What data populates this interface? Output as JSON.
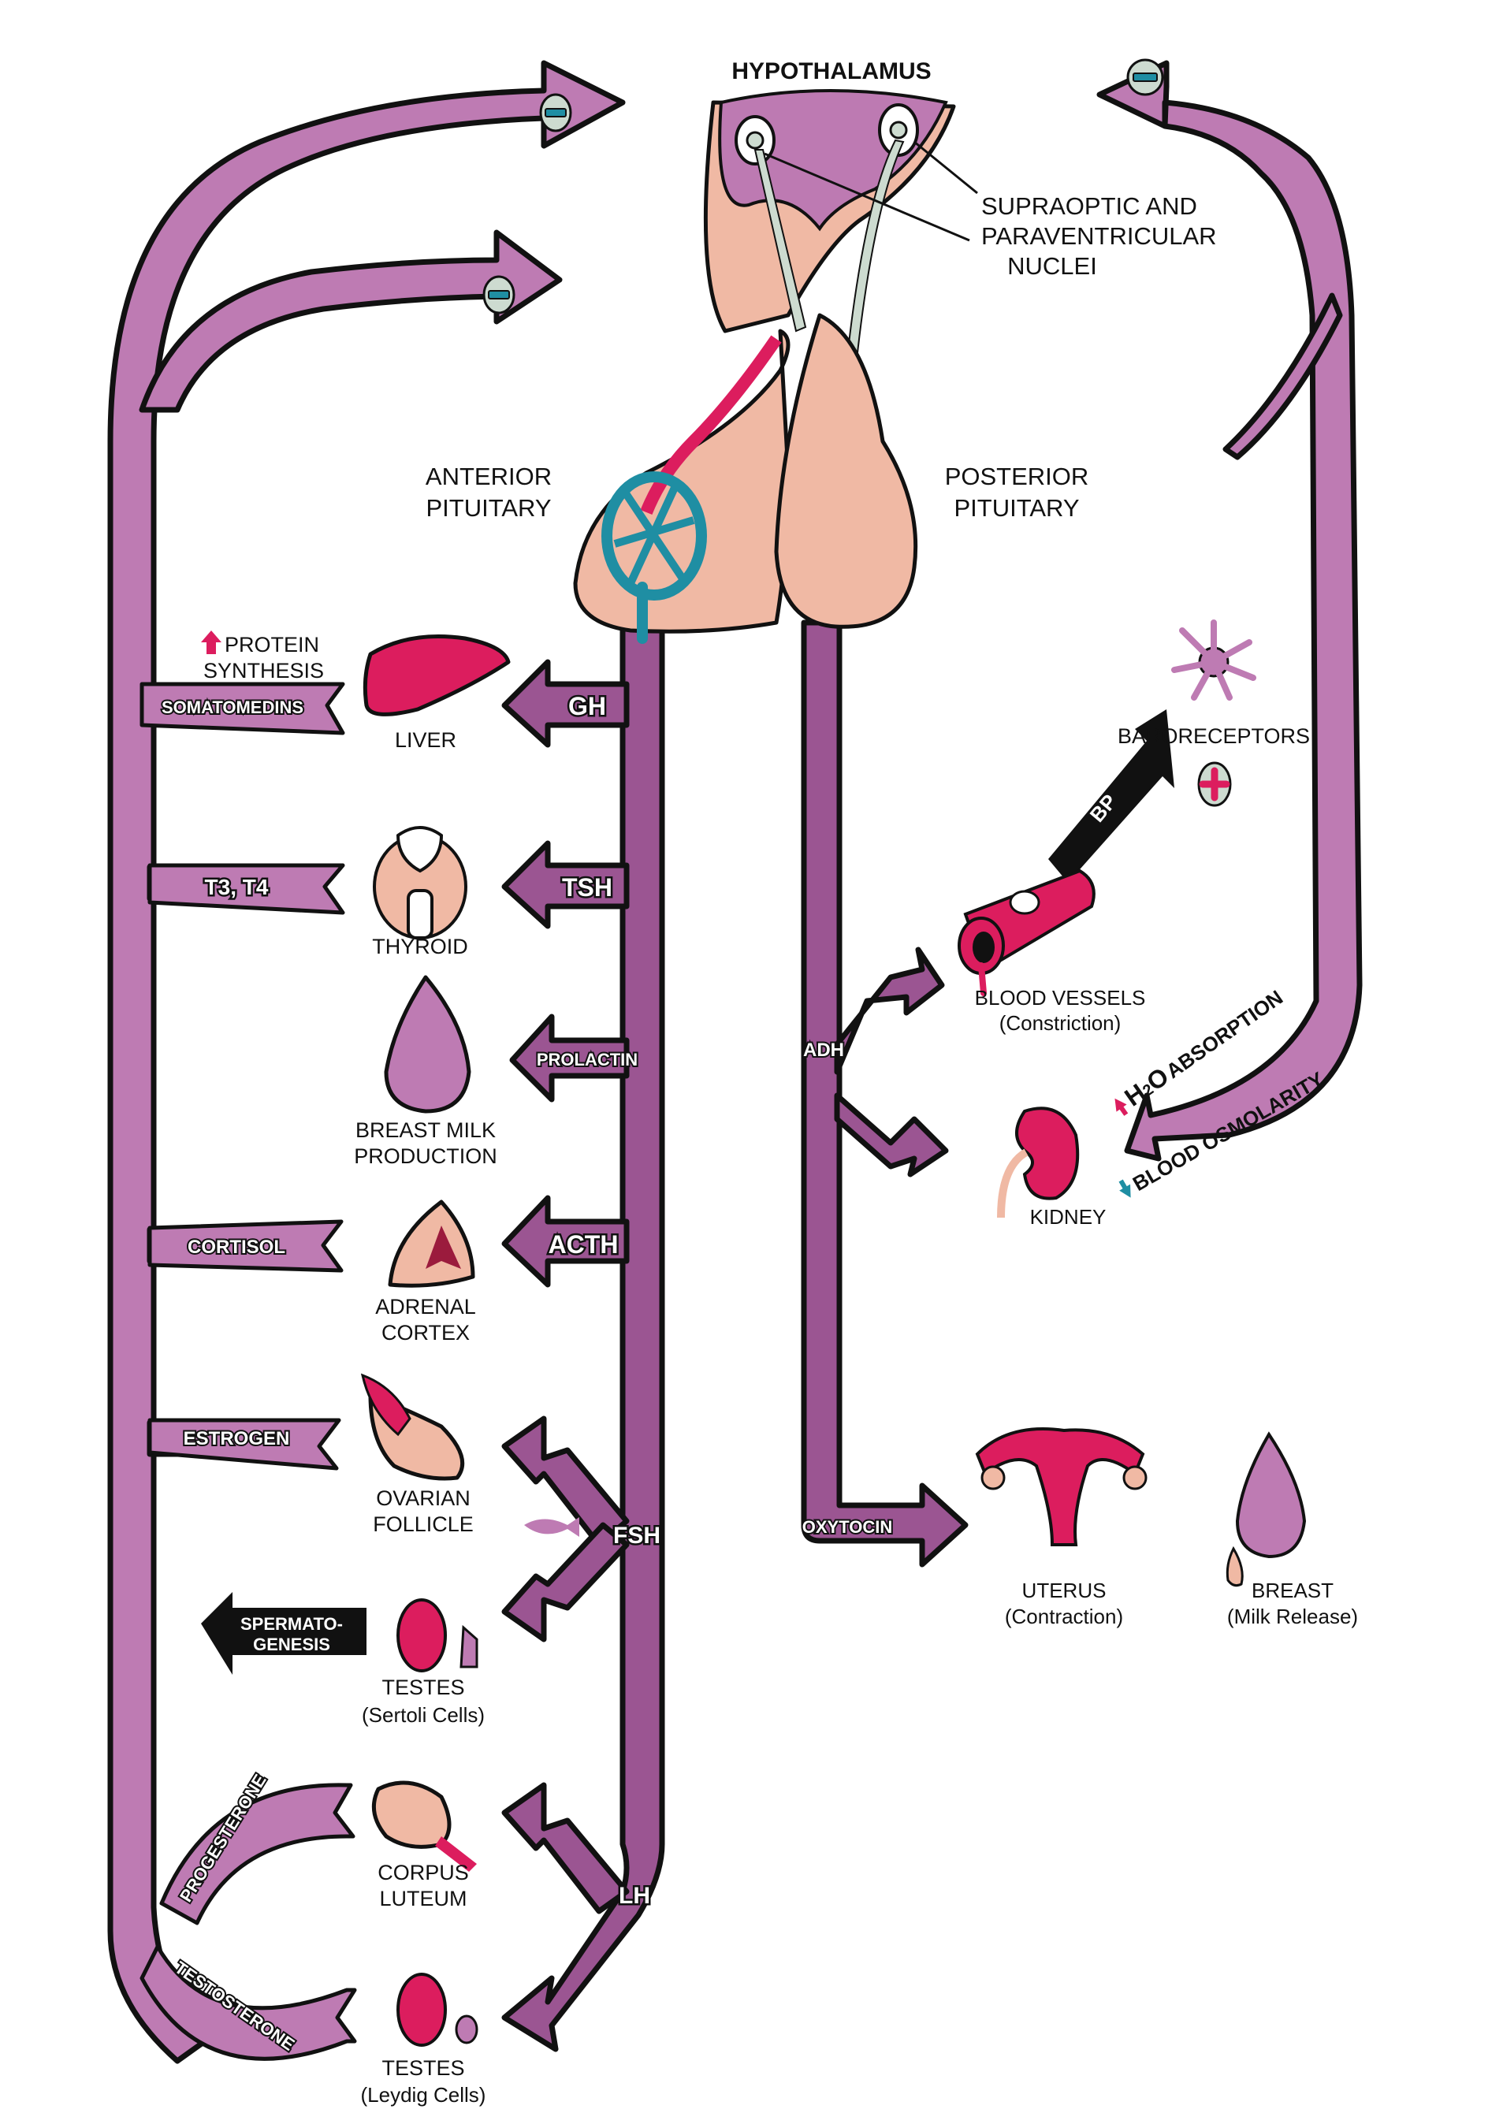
{
  "title": "Hypothalamic-Pituitary Hormone Axis",
  "colors": {
    "feedback_band": "#be7bb3",
    "hormone_band": "#9b5592",
    "tissue_peach": "#f0b9a4",
    "hypothalamus_purple": "#bd7ab2",
    "organ_red": "#dc1d5e",
    "portal_blue": "#1f8ea3",
    "neuron_green": "#cddbd0",
    "inhibit_sign_bar": "#1f8ea3",
    "stimulate_sign_cross": "#dc1d5e"
  },
  "brain": {
    "hypothalamus": "HYPOTHALAMUS",
    "nuclei_line1": "SUPRAOPTIC AND",
    "nuclei_line2": "PARAVENTRICULAR",
    "nuclei_line3": "NUCLEI",
    "anterior_line1": "ANTERIOR",
    "anterior_line2": "PITUITARY",
    "posterior_line1": "POSTERIOR",
    "posterior_line2": "PITUITARY"
  },
  "feedback": {
    "inhibit_symbol": "−",
    "stimulate_symbol": "+",
    "left_arrows": [
      "inhibit-to-hypothalamus",
      "inhibit-to-anterior-pituitary"
    ],
    "right_arrow": "inhibit-to-hypothalamus"
  },
  "anterior_hormones": [
    {
      "hormone": "GH",
      "target": "LIVER",
      "target_line2": "",
      "product": "SOMATOMEDINS"
    },
    {
      "hormone": "TSH",
      "target": "THYROID",
      "target_line2": "",
      "product": "T3, T4"
    },
    {
      "hormone": "PROLACTIN",
      "target": "BREAST MILK",
      "target_line2": "PRODUCTION",
      "product": ""
    },
    {
      "hormone": "ACTH",
      "target": "ADRENAL",
      "target_line2": "CORTEX",
      "product": "CORTISOL"
    },
    {
      "hormone": "FSH",
      "target": "OVARIAN",
      "target_line2": "FOLLICLE",
      "product": "ESTROGEN"
    },
    {
      "hormone": "FSH",
      "target": "TESTES",
      "target_line2": "(Sertoli Cells)",
      "product": "SPERMATO-GENESIS"
    },
    {
      "hormone": "LH",
      "target": "CORPUS",
      "target_line2": "LUTEUM",
      "product": "PROGESTERONE"
    },
    {
      "hormone": "LH",
      "target": "TESTES",
      "target_line2": "(Leydig Cells)",
      "product": "TESTOSTERONE"
    }
  ],
  "effects": {
    "protein_line1": "PROTEIN",
    "protein_line2": "SYNTHESIS",
    "spermato_line1": "SPERMATO-",
    "spermato_line2": "GENESIS"
  },
  "posterior": {
    "adh": "ADH",
    "oxytocin": "OXYTOCIN",
    "bp": "BP",
    "baroreceptors": "BARORECEPTORS",
    "blood_vessels": "BLOOD VESSELS",
    "blood_vessels_note": "(Constriction)",
    "kidney": "KIDNEY",
    "h2o_absorption": "ABSORPTION",
    "h2o_prefix": "H",
    "h2o_sub": "2",
    "h2o_suffix": "O",
    "blood_osmolarity": "BLOOD OSMOLARITY",
    "uterus": "UTERUS",
    "uterus_note": "(Contraction)",
    "breast": "BREAST",
    "breast_note": "(Milk Release)"
  }
}
